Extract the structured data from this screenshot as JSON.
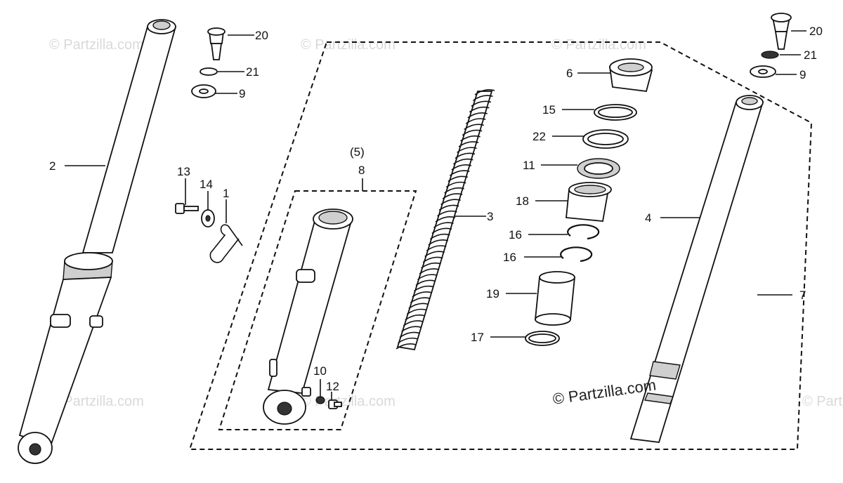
{
  "watermark": {
    "text": "© Partzilla.com",
    "main_text": "© Partzilla.com"
  },
  "callouts": {
    "c1": "1",
    "c2": "2",
    "c3": "3",
    "c4": "4",
    "c5": "(5)",
    "c6": "6",
    "c7": "7",
    "c8": "8",
    "c9a": "9",
    "c9b": "9",
    "c10": "10",
    "c11": "11",
    "c12": "12",
    "c13": "13",
    "c14": "14",
    "c15": "15",
    "c16a": "16",
    "c16b": "16",
    "c17": "17",
    "c18": "18",
    "c19": "19",
    "c20a": "20",
    "c20b": "20",
    "c21a": "21",
    "c21b": "21",
    "c22": "22"
  }
}
